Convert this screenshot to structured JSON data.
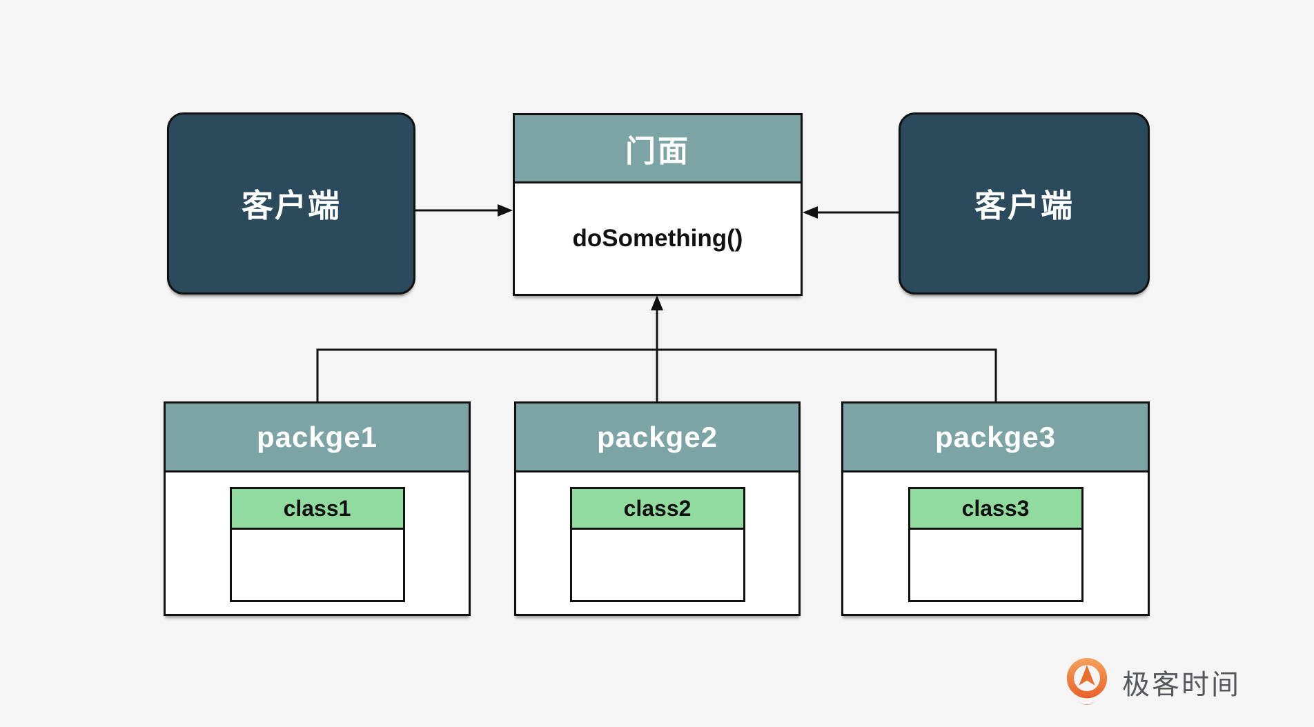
{
  "diagram": {
    "clients": [
      {
        "label": "客户端"
      },
      {
        "label": "客户端"
      }
    ],
    "facade": {
      "title": "门面",
      "method": "doSomething()"
    },
    "packages": [
      {
        "title": "packge1",
        "class_name": "class1"
      },
      {
        "title": "packge2",
        "class_name": "class2"
      },
      {
        "title": "packge3",
        "class_name": "class3"
      }
    ]
  },
  "logo": {
    "text": "极客时间",
    "icon": "geektime-logo-icon"
  },
  "colors": {
    "background": "#f4f5f4",
    "client_fill": "#2b4a5c",
    "header_fill": "#7da4a4",
    "class_header_fill": "#90db9d",
    "border": "#111111",
    "arrow": "#111111",
    "logo_orange": "#ec7030",
    "logo_text": "#55575a"
  }
}
